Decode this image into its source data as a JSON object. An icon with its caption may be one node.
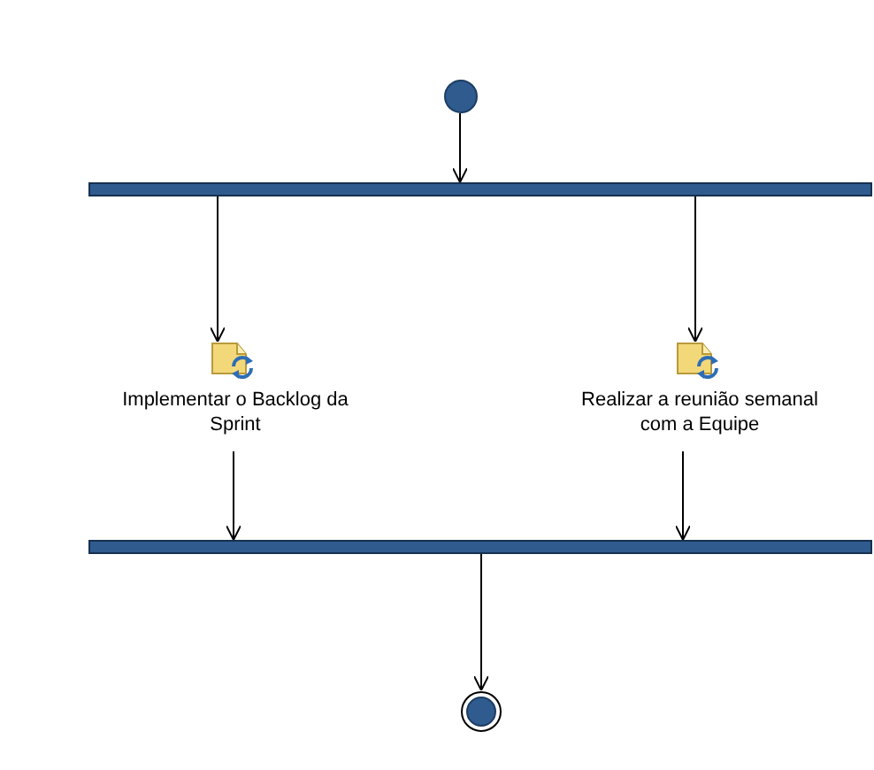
{
  "diagram": {
    "nodes": [
      {
        "text": [],
        "shape": "circle"
      },
      {
        "text": [],
        "shape": "bar"
      },
      {
        "text": [
          "Implementar o Backlog da Sprint"
        ]
      },
      {
        "text": [
          "Realizar a reunião semanal com a Equipe"
        ]
      },
      {
        "text": [],
        "shape": "bar"
      },
      {
        "text": [],
        "shape": "circle"
      }
    ],
    "edges": [
      {
        "from": 0,
        "to": 1,
        "arrow": "to"
      },
      {
        "from": 1,
        "to": 2,
        "arrow": "to"
      },
      {
        "from": 1,
        "to": 3,
        "arrow": "to"
      },
      {
        "from": 2,
        "to": 4,
        "arrow": "to"
      },
      {
        "from": 3,
        "to": 4,
        "arrow": "to"
      },
      {
        "from": 4,
        "to": 5,
        "arrow": "to"
      }
    ]
  }
}
